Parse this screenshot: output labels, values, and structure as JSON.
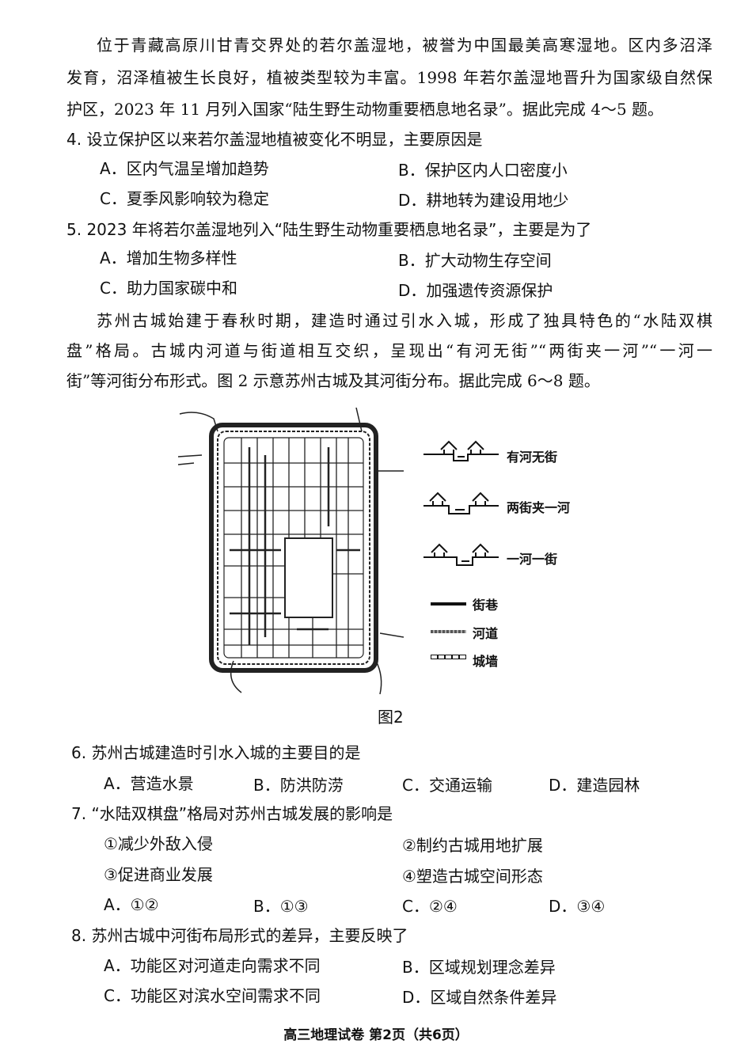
{
  "passage1": [
    "位于青藏高原川甘青交界处的若尔盖湿地，被誉为中国最美高寒湿地。区内多沼泽",
    "发育，沼泽植被生长良好，植被类型较为丰富。1998 年若尔盖湿地晋升为国家级自然保",
    "护区，2023 年 11 月列入国家“陆生野生动物重要栖息地名录”。据此完成 4～5 题。"
  ],
  "q4": {
    "stem": "4. 设立保护区以来若尔盖湿地植被变化不明显，主要原因是",
    "options": [
      "A．区内气温呈增加趋势",
      "B．保护区内人口密度小",
      "C．夏季风影响较为稳定",
      "D．耕地转为建设用地少"
    ]
  },
  "q5": {
    "stem": "5. 2023 年将若尔盖湿地列入“陆生野生动物重要栖息地名录”，主要是为了",
    "options": [
      "A．增加生物多样性",
      "B．扩大动物生存空间",
      "C．助力国家碳中和",
      "D．加强遗传资源保护"
    ]
  },
  "passage2": [
    "苏州古城始建于春秋时期，建造时通过引水入城，形成了独具特色的“水陆双棋",
    "盘”格局。古城内河道与街道相互交织，呈现出“有河无街”“两街夹一河”“一河一",
    "街”等河街分布形式。图 2 示意苏州古城及其河街分布。据此完成 6～8 题。"
  ],
  "figure": {
    "caption": "图2",
    "legend": {
      "profiles": [
        "有河无街",
        "两街夹一河",
        "一河一街"
      ],
      "lines": [
        "街巷",
        "河道",
        "城墙"
      ]
    }
  },
  "q6": {
    "stem": "6. 苏州古城建造时引水入城的主要目的是",
    "options": [
      "A．营造水景",
      "B．防洪防涝",
      "C．交通运输",
      "D．建造园林"
    ]
  },
  "q7": {
    "stem": "7. “水陆双棋盘”格局对苏州古城发展的影响是",
    "items": [
      "①减少外敌入侵",
      "②制约古城用地扩展",
      "③促进商业发展",
      "④塑造古城空间形态"
    ],
    "options": [
      "A．①②",
      "B．①③",
      "C．②④",
      "D．③④"
    ]
  },
  "q8": {
    "stem": "8. 苏州古城中河街布局形式的差异，主要反映了",
    "options": [
      "A．功能区对河道走向需求不同",
      "B．区域规划理念差异",
      "C．功能区对滨水空间需求不同",
      "D．区域自然条件差异"
    ]
  },
  "footer": "高三地理试卷 第2页（共6页）"
}
